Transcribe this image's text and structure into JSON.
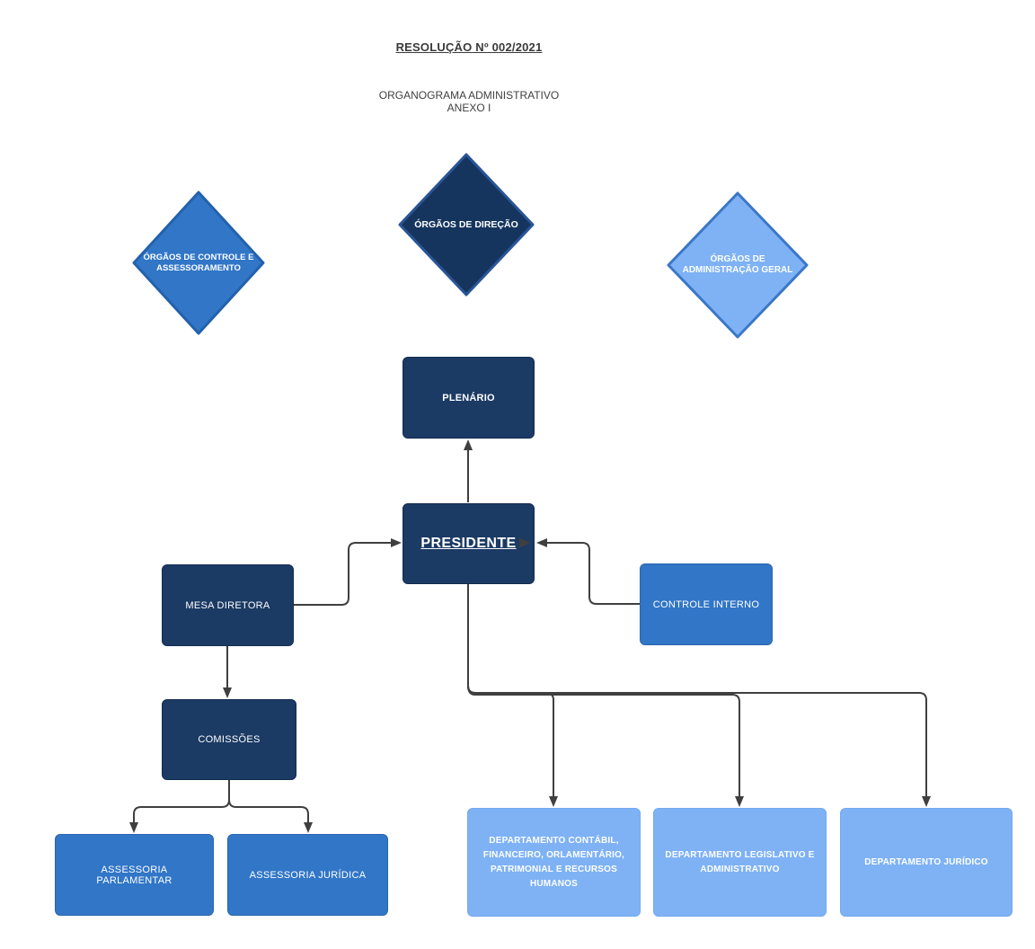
{
  "document": {
    "title": "RESOLUÇÃO Nº 002/2021",
    "subtitle_line1": "ORGANOGRAMA ADMINISTRATIVO",
    "subtitle_line2": "ANEXO I"
  },
  "diamonds": {
    "left": {
      "label": "ÓRGÃOS DE CONTROLE E ASSESSORAMENTO",
      "fill": "#3176C7"
    },
    "center": {
      "label": "ÓRGÃOS DE DIREÇÃO",
      "fill": "#16355E"
    },
    "right": {
      "label": "ÓRGÃOS DE ADMINISTRAÇÃO GERAL",
      "fill": "#7EB2F4"
    }
  },
  "nodes": {
    "plenario": {
      "label": "PLENÁRIO",
      "color": "#1B3A64"
    },
    "presidente": {
      "label": "PRESIDENTE",
      "color": "#1B3A64"
    },
    "mesa_diretora": {
      "label": "MESA DIRETORA",
      "color": "#1B3A64"
    },
    "controle_interno": {
      "label": "CONTROLE INTERNO",
      "color": "#3176C7"
    },
    "comissoes": {
      "label": "COMISSÕES",
      "color": "#1B3A64"
    },
    "assessoria_parlamentar": {
      "label": "ASSESSORIA PARLAMENTAR",
      "color": "#3176C7"
    },
    "assessoria_juridica": {
      "label": "ASSESSORIA JURÍDICA",
      "color": "#3176C7"
    },
    "dep_contabil": {
      "label": "DEPARTAMENTO CONTÁBIL, FINANCEIRO, ORLAMENTÁRIO, PATRIMONIAL E RECURSOS HUMANOS",
      "color": "#7EB2F4"
    },
    "dep_legislativo": {
      "label": "DEPARTAMENTO LEGISLATIVO E ADMINISTRATIVO",
      "color": "#7EB2F4"
    },
    "dep_juridico": {
      "label": "DEPARTAMENTO JURÍDICO",
      "color": "#7EB2F4"
    }
  },
  "edges": [
    {
      "from": "PRESIDENTE",
      "to": "PLENÁRIO"
    },
    {
      "from": "MESA DIRETORA",
      "to": "PRESIDENTE"
    },
    {
      "from": "CONTROLE INTERNO",
      "to": "PRESIDENTE"
    },
    {
      "from": "MESA DIRETORA",
      "to": "COMISSÕES"
    },
    {
      "from": "COMISSÕES",
      "to": "ASSESSORIA PARLAMENTAR"
    },
    {
      "from": "COMISSÕES",
      "to": "ASSESSORIA JURÍDICA"
    },
    {
      "from": "PRESIDENTE",
      "to": "DEPARTAMENTO CONTÁBIL, FINANCEIRO, ORLAMENTÁRIO, PATRIMONIAL E RECURSOS HUMANOS"
    },
    {
      "from": "PRESIDENTE",
      "to": "DEPARTAMENTO LEGISLATIVO E ADMINISTRATIVO"
    },
    {
      "from": "PRESIDENTE",
      "to": "DEPARTAMENTO JURÍDICO"
    }
  ],
  "colors": {
    "navy": "#1B3A64",
    "medium_blue": "#3176C7",
    "light_blue": "#7EB2F4",
    "connector": "#3F3F3F",
    "title_text": "#3A3A3A"
  }
}
